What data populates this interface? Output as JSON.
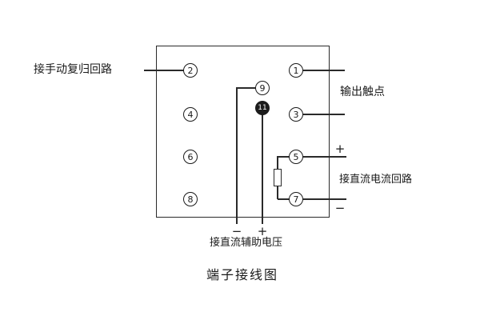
{
  "title": "端子接线图",
  "labels": {
    "manual_reset": "接手动复归回路",
    "output_contacts": "输出触点",
    "dc_current": "接直流电流回路",
    "dc_aux": "接直流辅助电压",
    "plus_current": "+",
    "minus_current": "−",
    "minus_aux": "−",
    "plus_aux": "+"
  },
  "terminals": {
    "t1": "1",
    "t2": "2",
    "t3": "3",
    "t4": "4",
    "t5": "5",
    "t6": "6",
    "t7": "7",
    "t8": "8",
    "t9": "9",
    "t11": "11"
  }
}
